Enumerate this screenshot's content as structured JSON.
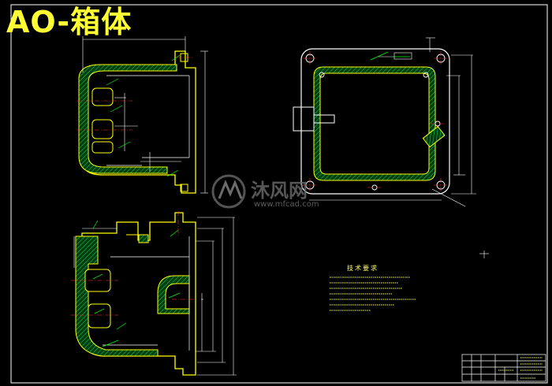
{
  "title": "AO-箱体",
  "watermark": {
    "brand": "沐风网",
    "url": "www.mfcad.com"
  },
  "technical_requirements": {
    "heading": "技术要求"
  },
  "colors": {
    "background": "#000000",
    "frame": "#ffffff",
    "outline": "#ffff00",
    "dimension": "#ffffff",
    "leader": "#00ff00",
    "centerline": "#ff3333",
    "hatch": "#00cc44"
  }
}
